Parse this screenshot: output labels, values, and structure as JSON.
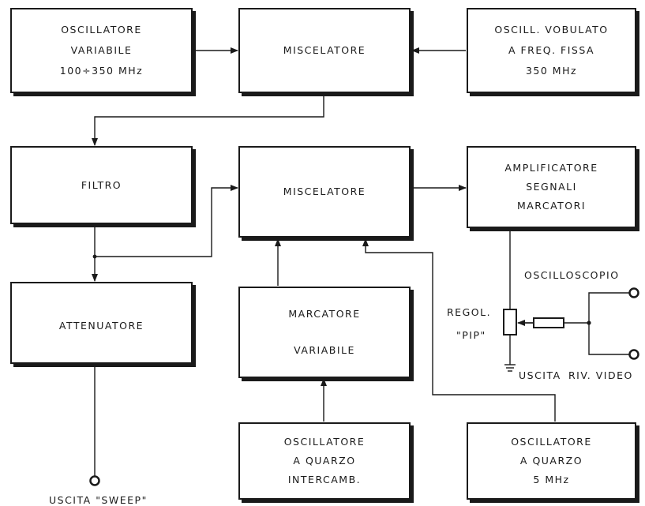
{
  "blocks": {
    "osc_var": [
      "OSCILLATORE",
      "VARIABILE",
      "100÷350 MHz"
    ],
    "misc_top": [
      "MISCELATORE"
    ],
    "osc_vob": [
      "OSCILL. VOBULATO",
      "A  FREQ. FISSA",
      "350 MHz"
    ],
    "filtro": [
      "FILTRO"
    ],
    "misc_mid": [
      "MISCELATORE"
    ],
    "amp": [
      "AMPLIFICATORE",
      "SEGNALI",
      "MARCATORI"
    ],
    "atten": [
      "ATTENUATORE"
    ],
    "marc_var": [
      "MARCATORE",
      "VARIABILE"
    ],
    "osc_quarzo_int": [
      "OSCILLATORE",
      "A  QUARZO",
      "INTERCAMB."
    ],
    "osc_quarzo_5": [
      "OSCILLATORE",
      "A  QUARZO",
      "5 MHz"
    ]
  },
  "labels": {
    "oscilloscopio": "OSCILLOSCOPIO",
    "regol": "REGOL.",
    "pip": "\"PIP\"",
    "uscita": "USCITA",
    "riv_video": "RIV. VIDEO",
    "uscita_sweep": "USCITA \"SWEEP\""
  },
  "colors": {
    "ink": "#1a1a1a",
    "background": "#ffffff"
  }
}
